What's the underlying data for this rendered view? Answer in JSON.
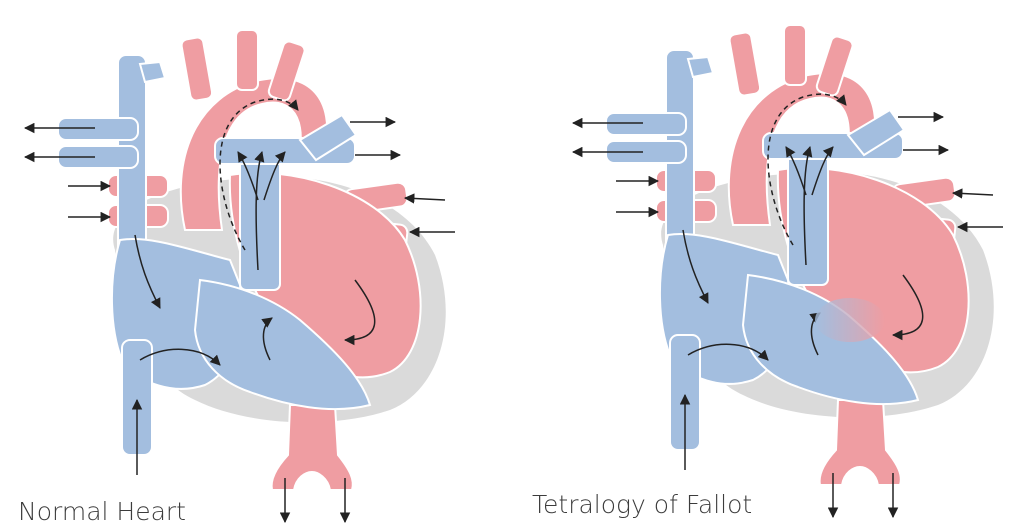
{
  "colors": {
    "deoxygenated": "#a3bedf",
    "oxygenated": "#ef9da2",
    "pericardium": "#dadada",
    "outline": "#ffffff",
    "arrow": "#222222",
    "caption": "#3c3c3c"
  },
  "panels": [
    {
      "id": "normal",
      "caption": "Normal Heart"
    },
    {
      "id": "tof",
      "caption": "Tetralogy of Fallot"
    }
  ]
}
